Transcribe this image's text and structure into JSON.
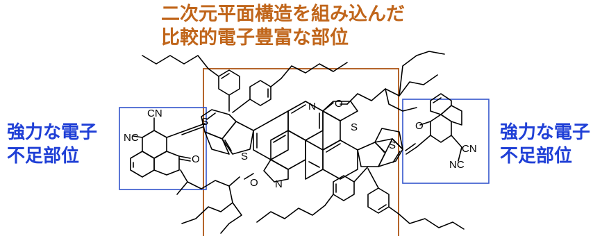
{
  "title": {
    "line1": "二次元平面構造を組み込んだ",
    "line2": "比較的電子豊富な部位",
    "color": "#c0651a"
  },
  "left_label": {
    "line1": "強力な電子",
    "line2": "不足部位",
    "color": "#1f3fd6"
  },
  "right_label": {
    "line1": "強力な電子",
    "line2": "不足部位",
    "color": "#1f3fd6"
  },
  "boxes": {
    "center_color": "#b5652b",
    "side_color": "#3355cc"
  },
  "atoms": {
    "N": "N",
    "O": "O",
    "S": "S",
    "CN": "CN",
    "NC": "NC"
  }
}
